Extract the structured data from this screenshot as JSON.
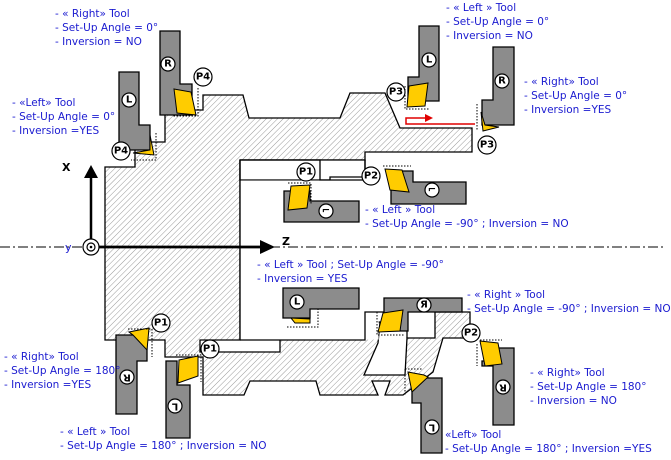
{
  "axes": {
    "x_label": "X",
    "z_label": "Z",
    "y_label": "y"
  },
  "colors": {
    "tool_body": "#8c8c8c",
    "insert": "#ffcc00",
    "label_text": "#1a1ad0",
    "feed_arrow": "#e00000"
  },
  "points": {
    "p1": "P1",
    "p2": "P2",
    "p3": "P3",
    "p4": "P4"
  },
  "tool_marks": {
    "left": "L",
    "right": "R"
  },
  "annotations": [
    {
      "id": "top-left-right",
      "lines": [
        "- « Right» Tool",
        "- Set-Up Angle = 0°",
        "- Inversion = NO"
      ]
    },
    {
      "id": "mid-left-left",
      "lines": [
        "- «Left» Tool",
        "- Set-Up Angle = 0°",
        "- Inversion =YES"
      ]
    },
    {
      "id": "top-right-left",
      "lines": [
        "- « Left » Tool",
        "- Set-Up Angle = 0°",
        "- Inversion = NO"
      ]
    },
    {
      "id": "right-right",
      "lines": [
        "- « Right» Tool",
        "- Set-Up Angle = 0°",
        "- Inversion =YES"
      ]
    },
    {
      "id": "center-left-minus90",
      "lines": [
        "- « Left » Tool",
        "- Set-Up Angle = -90° ; Inversion = NO"
      ]
    },
    {
      "id": "center-left-minus90-inv",
      "lines": [
        "- « Left » Tool ;  Set-Up Angle = -90°",
        "- Inversion = YES"
      ]
    },
    {
      "id": "right-right-minus90",
      "lines": [
        "- « Right » Tool",
        "- Set-Up Angle = -90° ; Inversion = NO"
      ]
    },
    {
      "id": "bottom-left-right-180",
      "lines": [
        "- « Right» Tool",
        "- Set-Up Angle = 180°",
        "- Inversion =YES"
      ]
    },
    {
      "id": "bottom-left-180",
      "lines": [
        "- « Left » Tool",
        "- Set-Up Angle = 180° ; Inversion = NO"
      ]
    },
    {
      "id": "bottom-right-right-180",
      "lines": [
        "- « Right» Tool",
        "- Set-Up Angle = 180°",
        "- Inversion = NO"
      ]
    },
    {
      "id": "bottom-right-left-180",
      "lines": [
        "«Left» Tool",
        "- Set-Up Angle = 180° ;  Inversion =YES"
      ]
    }
  ]
}
